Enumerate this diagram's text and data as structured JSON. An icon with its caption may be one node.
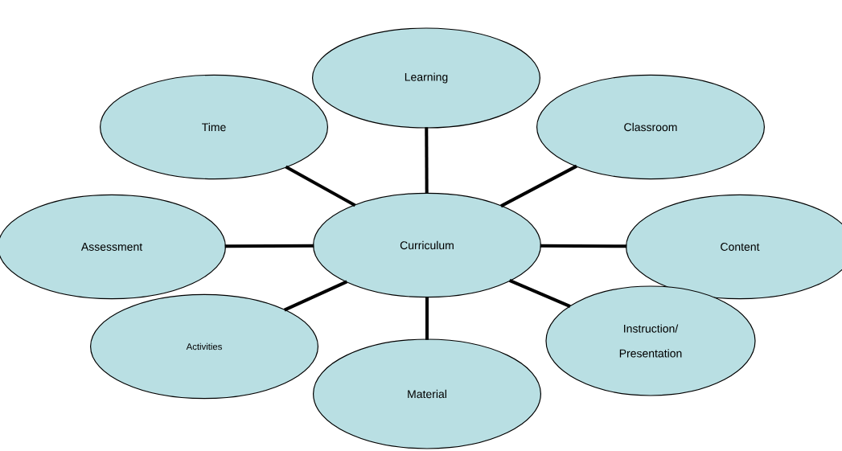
{
  "diagram": {
    "nodes": [
      {
        "text": [
          "Learning"
        ]
      },
      {
        "text": [
          "Time"
        ]
      },
      {
        "text": [
          "Classroom"
        ]
      },
      {
        "text": [
          "Assessment"
        ]
      },
      {
        "text": [
          "Curriculum"
        ]
      },
      {
        "text": [
          "Content"
        ]
      },
      {
        "text": [
          "Activities"
        ]
      },
      {
        "text": [
          "Instruction/ Presentation"
        ]
      },
      {
        "text": [
          "Material"
        ]
      }
    ],
    "edges": [
      {
        "from": 4,
        "to": 0,
        "arrow": "none"
      },
      {
        "from": 4,
        "to": 1,
        "arrow": "none"
      },
      {
        "from": 4,
        "to": 2,
        "arrow": "none"
      },
      {
        "from": 4,
        "to": 3,
        "arrow": "none"
      },
      {
        "from": 4,
        "to": 5,
        "arrow": "none"
      },
      {
        "from": 4,
        "to": 6,
        "arrow": "none"
      },
      {
        "from": 4,
        "to": 7,
        "arrow": "none"
      },
      {
        "from": 4,
        "to": 8,
        "arrow": "none"
      }
    ]
  }
}
